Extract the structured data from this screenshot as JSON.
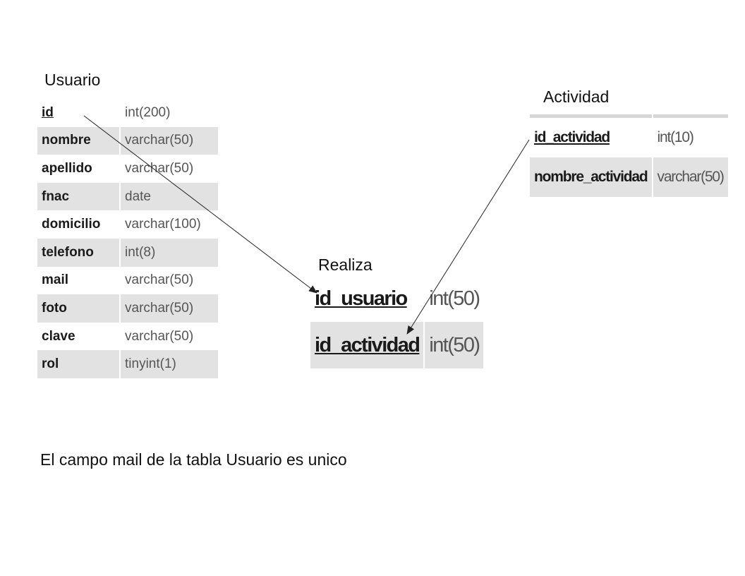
{
  "usuario": {
    "title": "Usuario",
    "fields": [
      {
        "name": "id",
        "type": "int(200)"
      },
      {
        "name": "nombre",
        "type": "varchar(50)"
      },
      {
        "name": "apellido",
        "type": "varchar(50)"
      },
      {
        "name": "fnac",
        "type": "date"
      },
      {
        "name": "domicilio",
        "type": "varchar(100)"
      },
      {
        "name": "telefono",
        "type": "int(8)"
      },
      {
        "name": "mail",
        "type": "varchar(50)"
      },
      {
        "name": "foto",
        "type": "varchar(50)"
      },
      {
        "name": "clave",
        "type": "varchar(50)"
      },
      {
        "name": "rol",
        "type": "tinyint(1)"
      }
    ]
  },
  "actividad": {
    "title": "Actividad",
    "fields": [
      {
        "name": "id_actividad",
        "type": "int(10)"
      },
      {
        "name": "nombre_actividad",
        "type": "varchar(50)"
      }
    ]
  },
  "realiza": {
    "title": "Realiza",
    "fields": [
      {
        "name": "id_usuario",
        "type": "int(50)"
      },
      {
        "name": "id_actividad",
        "type": "int(50)"
      }
    ]
  },
  "note": "El campo mail de la tabla Usuario es unico",
  "colors": {
    "line": "#222222",
    "shade": "#e2e2e2"
  }
}
